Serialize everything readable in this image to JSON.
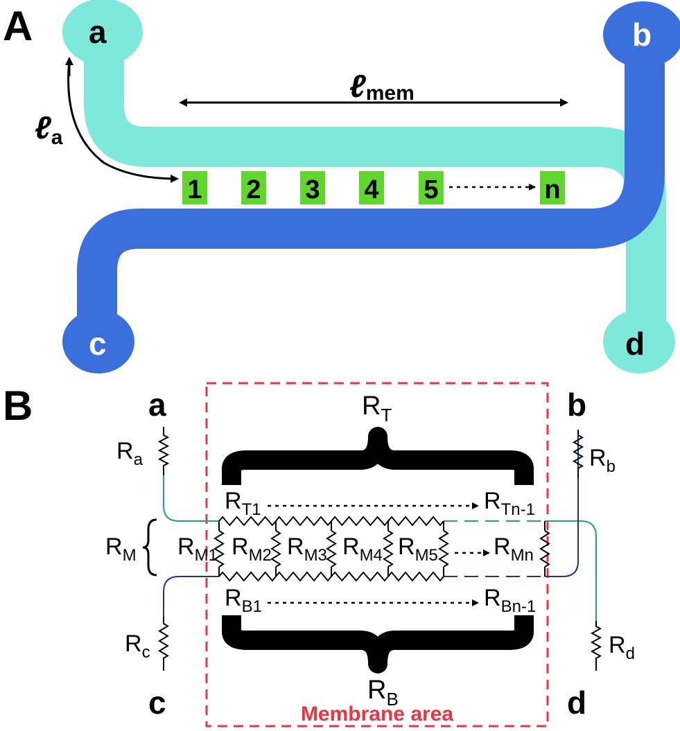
{
  "panel_a": {
    "label": "A",
    "ports": {
      "a": "a",
      "b": "b",
      "c": "c",
      "d": "d"
    },
    "length_mem_symbol": "ℓ",
    "length_mem_sub": "mem",
    "length_a_symbol": "ℓ",
    "length_a_sub": "a",
    "membrane_sites": [
      "1",
      "2",
      "3",
      "4",
      "5",
      "n"
    ],
    "colors": {
      "top_channel": "#7ee8db",
      "bottom_channel": "#3b6fdc",
      "site_fill": "#5fd62c"
    }
  },
  "panel_b": {
    "label": "B",
    "ports": {
      "a": "a",
      "b": "b",
      "c": "c",
      "d": "d"
    },
    "r_a": {
      "main": "R",
      "sub": "a"
    },
    "r_b": {
      "main": "R",
      "sub": "b"
    },
    "r_c": {
      "main": "R",
      "sub": "c"
    },
    "r_d": {
      "main": "R",
      "sub": "d"
    },
    "r_m": {
      "main": "R",
      "sub": "M"
    },
    "r_t": {
      "main": "R",
      "sub": "T"
    },
    "r_b_total": {
      "main": "R",
      "sub": "B"
    },
    "r_t1": {
      "main": "R",
      "sub": "T1"
    },
    "r_tn": {
      "main": "R",
      "sub": "Tn-1"
    },
    "r_b1": {
      "main": "R",
      "sub": "B1"
    },
    "r_bn": {
      "main": "R",
      "sub": "Bn-1"
    },
    "membrane_resistors": [
      {
        "main": "R",
        "sub": "M1"
      },
      {
        "main": "R",
        "sub": "M2"
      },
      {
        "main": "R",
        "sub": "M3"
      },
      {
        "main": "R",
        "sub": "M4"
      },
      {
        "main": "R",
        "sub": "M5"
      },
      {
        "main": "R",
        "sub": "Mn"
      }
    ],
    "membrane_area_label": "Membrane area",
    "colors": {
      "dash_box": "#ee3340",
      "top_wire": "#1fa374",
      "bottom_wire": "#1c2fa8",
      "caption": "#ee3340"
    }
  }
}
